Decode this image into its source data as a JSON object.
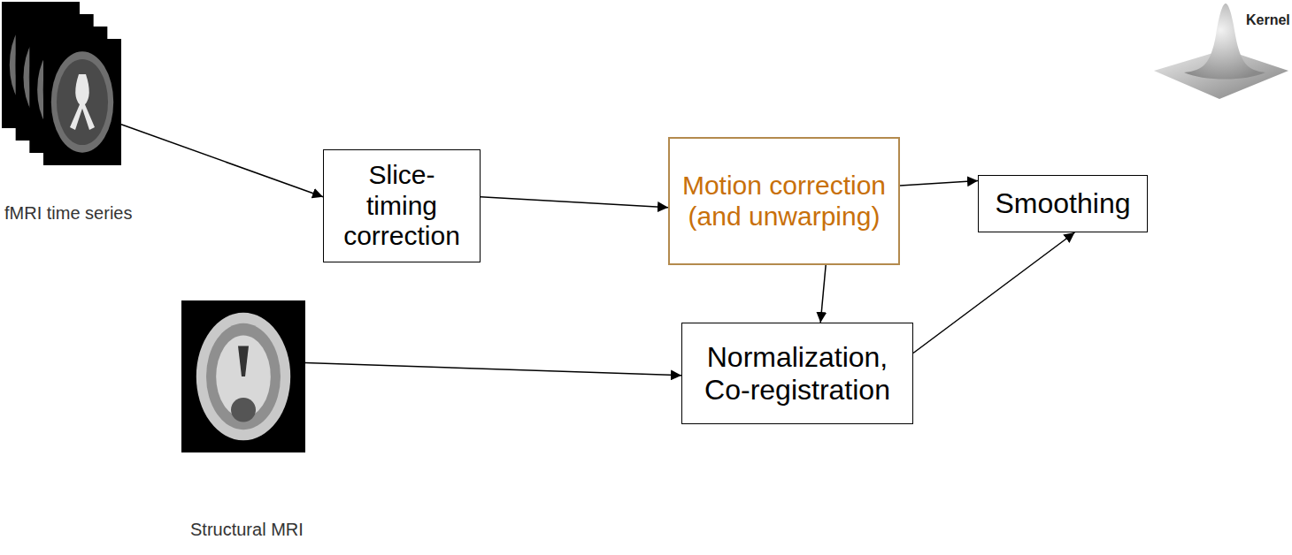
{
  "diagram": {
    "nodes": [
      {
        "text": [
          "fMRI time series"
        ]
      },
      {
        "text": [
          "Slice-timing correction"
        ]
      },
      {
        "text": [
          "Motion correction (and unwarping)"
        ]
      },
      {
        "text": [
          "Smoothing"
        ]
      },
      {
        "text": [
          "Structural MRI"
        ]
      },
      {
        "text": [
          "Normalization, Co-registration"
        ]
      }
    ],
    "edges": [
      {
        "from": 0,
        "to": 1,
        "arrow": "to"
      },
      {
        "from": 1,
        "to": 2,
        "arrow": "to"
      },
      {
        "from": 2,
        "to": 3,
        "arrow": "to"
      },
      {
        "from": 2,
        "to": 5,
        "arrow": "to"
      },
      {
        "from": 4,
        "to": 5,
        "arrow": "to"
      },
      {
        "from": 5,
        "to": 3,
        "arrow": "to"
      }
    ],
    "labels": [
      "Kernel"
    ]
  }
}
